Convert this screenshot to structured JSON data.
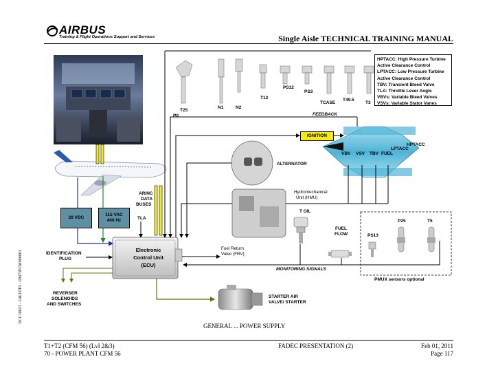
{
  "header": {
    "brand": "AIRBUS",
    "tagline": "Training & Flight Operations Support and Services",
    "manual_title": "Single Aisle TECHNICAL TRAINING MANUAL"
  },
  "legend": [
    "HPTACC: High Pressure Turbine",
    "Active Clearance Control",
    "LPTACC: Low Pressure Turbine",
    "Active Clearance Control",
    "TBV: Transient Bleed Valve",
    "TLA: Throttle Lever Angle",
    "VBVs: Variable Bleed Valves",
    "VSVs: Variable Stator Vanes"
  ],
  "sensors_top": [
    "T25",
    "N1",
    "N2",
    "T12",
    "PS12",
    "PS3",
    "TCASE",
    "T49.5",
    "T3"
  ],
  "labels": {
    "p0": "P0",
    "feedback": "FEEDBACK",
    "ignition": "IGNITION",
    "engine_parts": [
      "VBV",
      "VSV",
      "TBV",
      "FUEL",
      "LPTACC",
      "HPTACC"
    ],
    "alternator": "ALTERNATOR",
    "hmu_line1": "Hydromechanical",
    "hmu_line2": "Unit (HMU)",
    "arinc": [
      "ARINC",
      "DATA",
      "BUSES"
    ],
    "tla": "TLA",
    "vdc": "28 VDC",
    "vac_line1": "115 VAC",
    "vac_line2": "400 Hz",
    "ecu_line1": "Electronic",
    "ecu_line2": "Control Unit",
    "ecu_line3": "(ECU)",
    "id_plug_line1": "IDENTIFICATION",
    "id_plug_line2": "PLUG",
    "reverser": [
      "REVERSER",
      "SOLENOIDS",
      "AND SWITCHES"
    ],
    "frv_line1": "Fuel Return",
    "frv_line2": "Valve (FRV)",
    "toil": "T OIL",
    "fuel_flow_line1": "FUEL",
    "fuel_flow_line2": "FLOW",
    "ps13": "PS13",
    "p25": "P25",
    "t5": "T5",
    "pmux": "PMUX sensors optional",
    "monitoring": "MONITORING SIGNALS",
    "starter_line1": "STARTER AIR",
    "starter_line2": "VALVE/ STARTER",
    "caption": "GENERAL ... POWER SUPPLY"
  },
  "side_code": "UCC10021 - U4LT0T0 - UM73FCM000001",
  "footer": {
    "left_line1": "T1+T2 (CFM 56) (Lvl 2&3)",
    "left_line2": "70 - POWER PLANT CFM 56",
    "center": "FADEC PRESENTATION (2)",
    "date": "Feb 01, 2011",
    "page": "Page 117"
  },
  "colors": {
    "yellow_bus": "#f2ee2a",
    "engine_blue": "#6ec8e6",
    "power_box": "#5f8fa3",
    "ignition": "#f7ea14",
    "power_line_blue": "#1d2fb0",
    "power_line_green": "#1b8f2b",
    "olive_line": "#6b6b12"
  }
}
